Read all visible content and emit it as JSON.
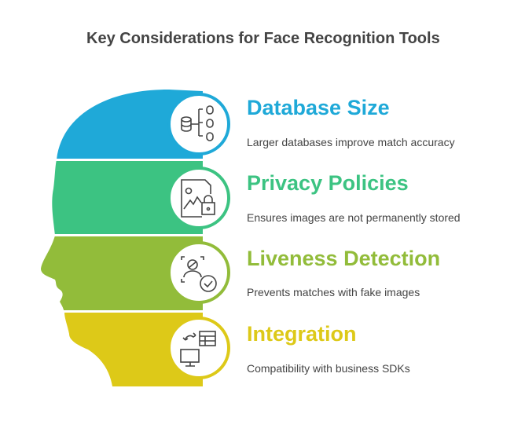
{
  "title": "Key Considerations for Face Recognition Tools",
  "items": [
    {
      "title": "Database Size",
      "description": "Larger databases improve match accuracy",
      "color": "#1FA9D8",
      "icon": "database-network-icon"
    },
    {
      "title": "Privacy Policies",
      "description": "Ensures images are not permanently stored",
      "color": "#3CC382",
      "icon": "image-lock-icon"
    },
    {
      "title": "Liveness Detection",
      "description": "Prevents matches with fake images",
      "color": "#92BC3A",
      "icon": "face-scan-check-icon"
    },
    {
      "title": "Integration",
      "description": "Compatibility with business SDKs",
      "color": "#DDC918",
      "icon": "monitor-sync-table-icon"
    }
  ]
}
